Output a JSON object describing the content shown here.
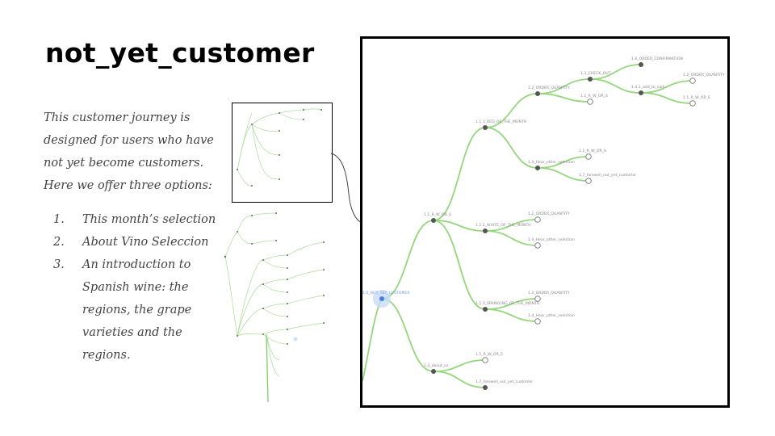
{
  "page": {
    "title": "not_yet_customer",
    "intro": "This customer journey is designed for users who have not yet become customers. Here we offer three options:",
    "options": [
      {
        "num": "1.",
        "text": "This month’s selection"
      },
      {
        "num": "2.",
        "text": "About Vino Seleccion"
      },
      {
        "num": "3.",
        "text": "An introduction to Spanish wine: the regions, the grape varieties and the regions."
      }
    ]
  },
  "colors": {
    "edge": "#93d67c",
    "node": "#555555",
    "root": "#4a7fe0",
    "root_halo": "#c8dcf6",
    "text": "#434343"
  },
  "tree": {
    "nodes": [
      {
        "id": "root",
        "label": "1.0_NOT_YET_CUSTOMER",
        "kind": "root"
      },
      {
        "id": "n1",
        "label": "1.1_R_W_OR_S",
        "kind": "solid"
      },
      {
        "id": "n2",
        "label": "1.2_about_us",
        "kind": "solid"
      },
      {
        "id": "n11",
        "label": "1.1.1_RED_OF_THE_MONTH",
        "kind": "solid"
      },
      {
        "id": "n12",
        "label": "1.1.2_WHITE_OF_THE_MONTH",
        "kind": "solid"
      },
      {
        "id": "n13",
        "label": "1.1.3_SPARKLING_OF_THE_MONTH",
        "kind": "solid"
      },
      {
        "id": "n111",
        "label": "1.2_ORDER_QUANTITY",
        "kind": "solid"
      },
      {
        "id": "n112",
        "label": "1.4_Hear_other_selection",
        "kind": "solid"
      },
      {
        "id": "n1111",
        "label": "1.3_CHECK_OUT",
        "kind": "solid"
      },
      {
        "id": "n1112",
        "label": "1.1_R_W_OR_S",
        "kind": "ring"
      },
      {
        "id": "n11111",
        "label": "1.6_ORDER_CONFIRMATION",
        "kind": "solid"
      },
      {
        "id": "n11112",
        "label": "1.4.1_add_to_cart",
        "kind": "solid"
      },
      {
        "id": "n111121",
        "label": "1.2_ORDER_QUANTITY",
        "kind": "ring"
      },
      {
        "id": "n111122",
        "label": "1.1_R_W_OR_S",
        "kind": "ring"
      },
      {
        "id": "n1121",
        "label": "1.1_R_W_OR_S",
        "kind": "ring"
      },
      {
        "id": "n1122",
        "label": "1.7_farewell_not_yet_customer",
        "kind": "ring"
      },
      {
        "id": "n121",
        "label": "1.2_ORDER_QUANTITY",
        "kind": "ring"
      },
      {
        "id": "n122",
        "label": "1.4_Hear_other_selection",
        "kind": "ring"
      },
      {
        "id": "n131",
        "label": "1.2_ORDER_QUANTITY",
        "kind": "ring"
      },
      {
        "id": "n132",
        "label": "1.4_Hear_other_selection",
        "kind": "ring"
      },
      {
        "id": "n21",
        "label": "1.1_R_W_OR_S",
        "kind": "ring"
      },
      {
        "id": "n22",
        "label": "1.7_farewell_not_yet_customer",
        "kind": "solid"
      }
    ],
    "edges": [
      [
        "root",
        "n1"
      ],
      [
        "root",
        "n2"
      ],
      [
        "n1",
        "n11"
      ],
      [
        "n1",
        "n12"
      ],
      [
        "n1",
        "n13"
      ],
      [
        "n11",
        "n111"
      ],
      [
        "n11",
        "n112"
      ],
      [
        "n111",
        "n1111"
      ],
      [
        "n111",
        "n1112"
      ],
      [
        "n1111",
        "n11111"
      ],
      [
        "n1111",
        "n11112"
      ],
      [
        "n11112",
        "n111121"
      ],
      [
        "n11112",
        "n111122"
      ],
      [
        "n112",
        "n1121"
      ],
      [
        "n112",
        "n1122"
      ],
      [
        "n12",
        "n121"
      ],
      [
        "n12",
        "n122"
      ],
      [
        "n13",
        "n131"
      ],
      [
        "n13",
        "n132"
      ],
      [
        "n2",
        "n21"
      ],
      [
        "n2",
        "n22"
      ]
    ]
  }
}
